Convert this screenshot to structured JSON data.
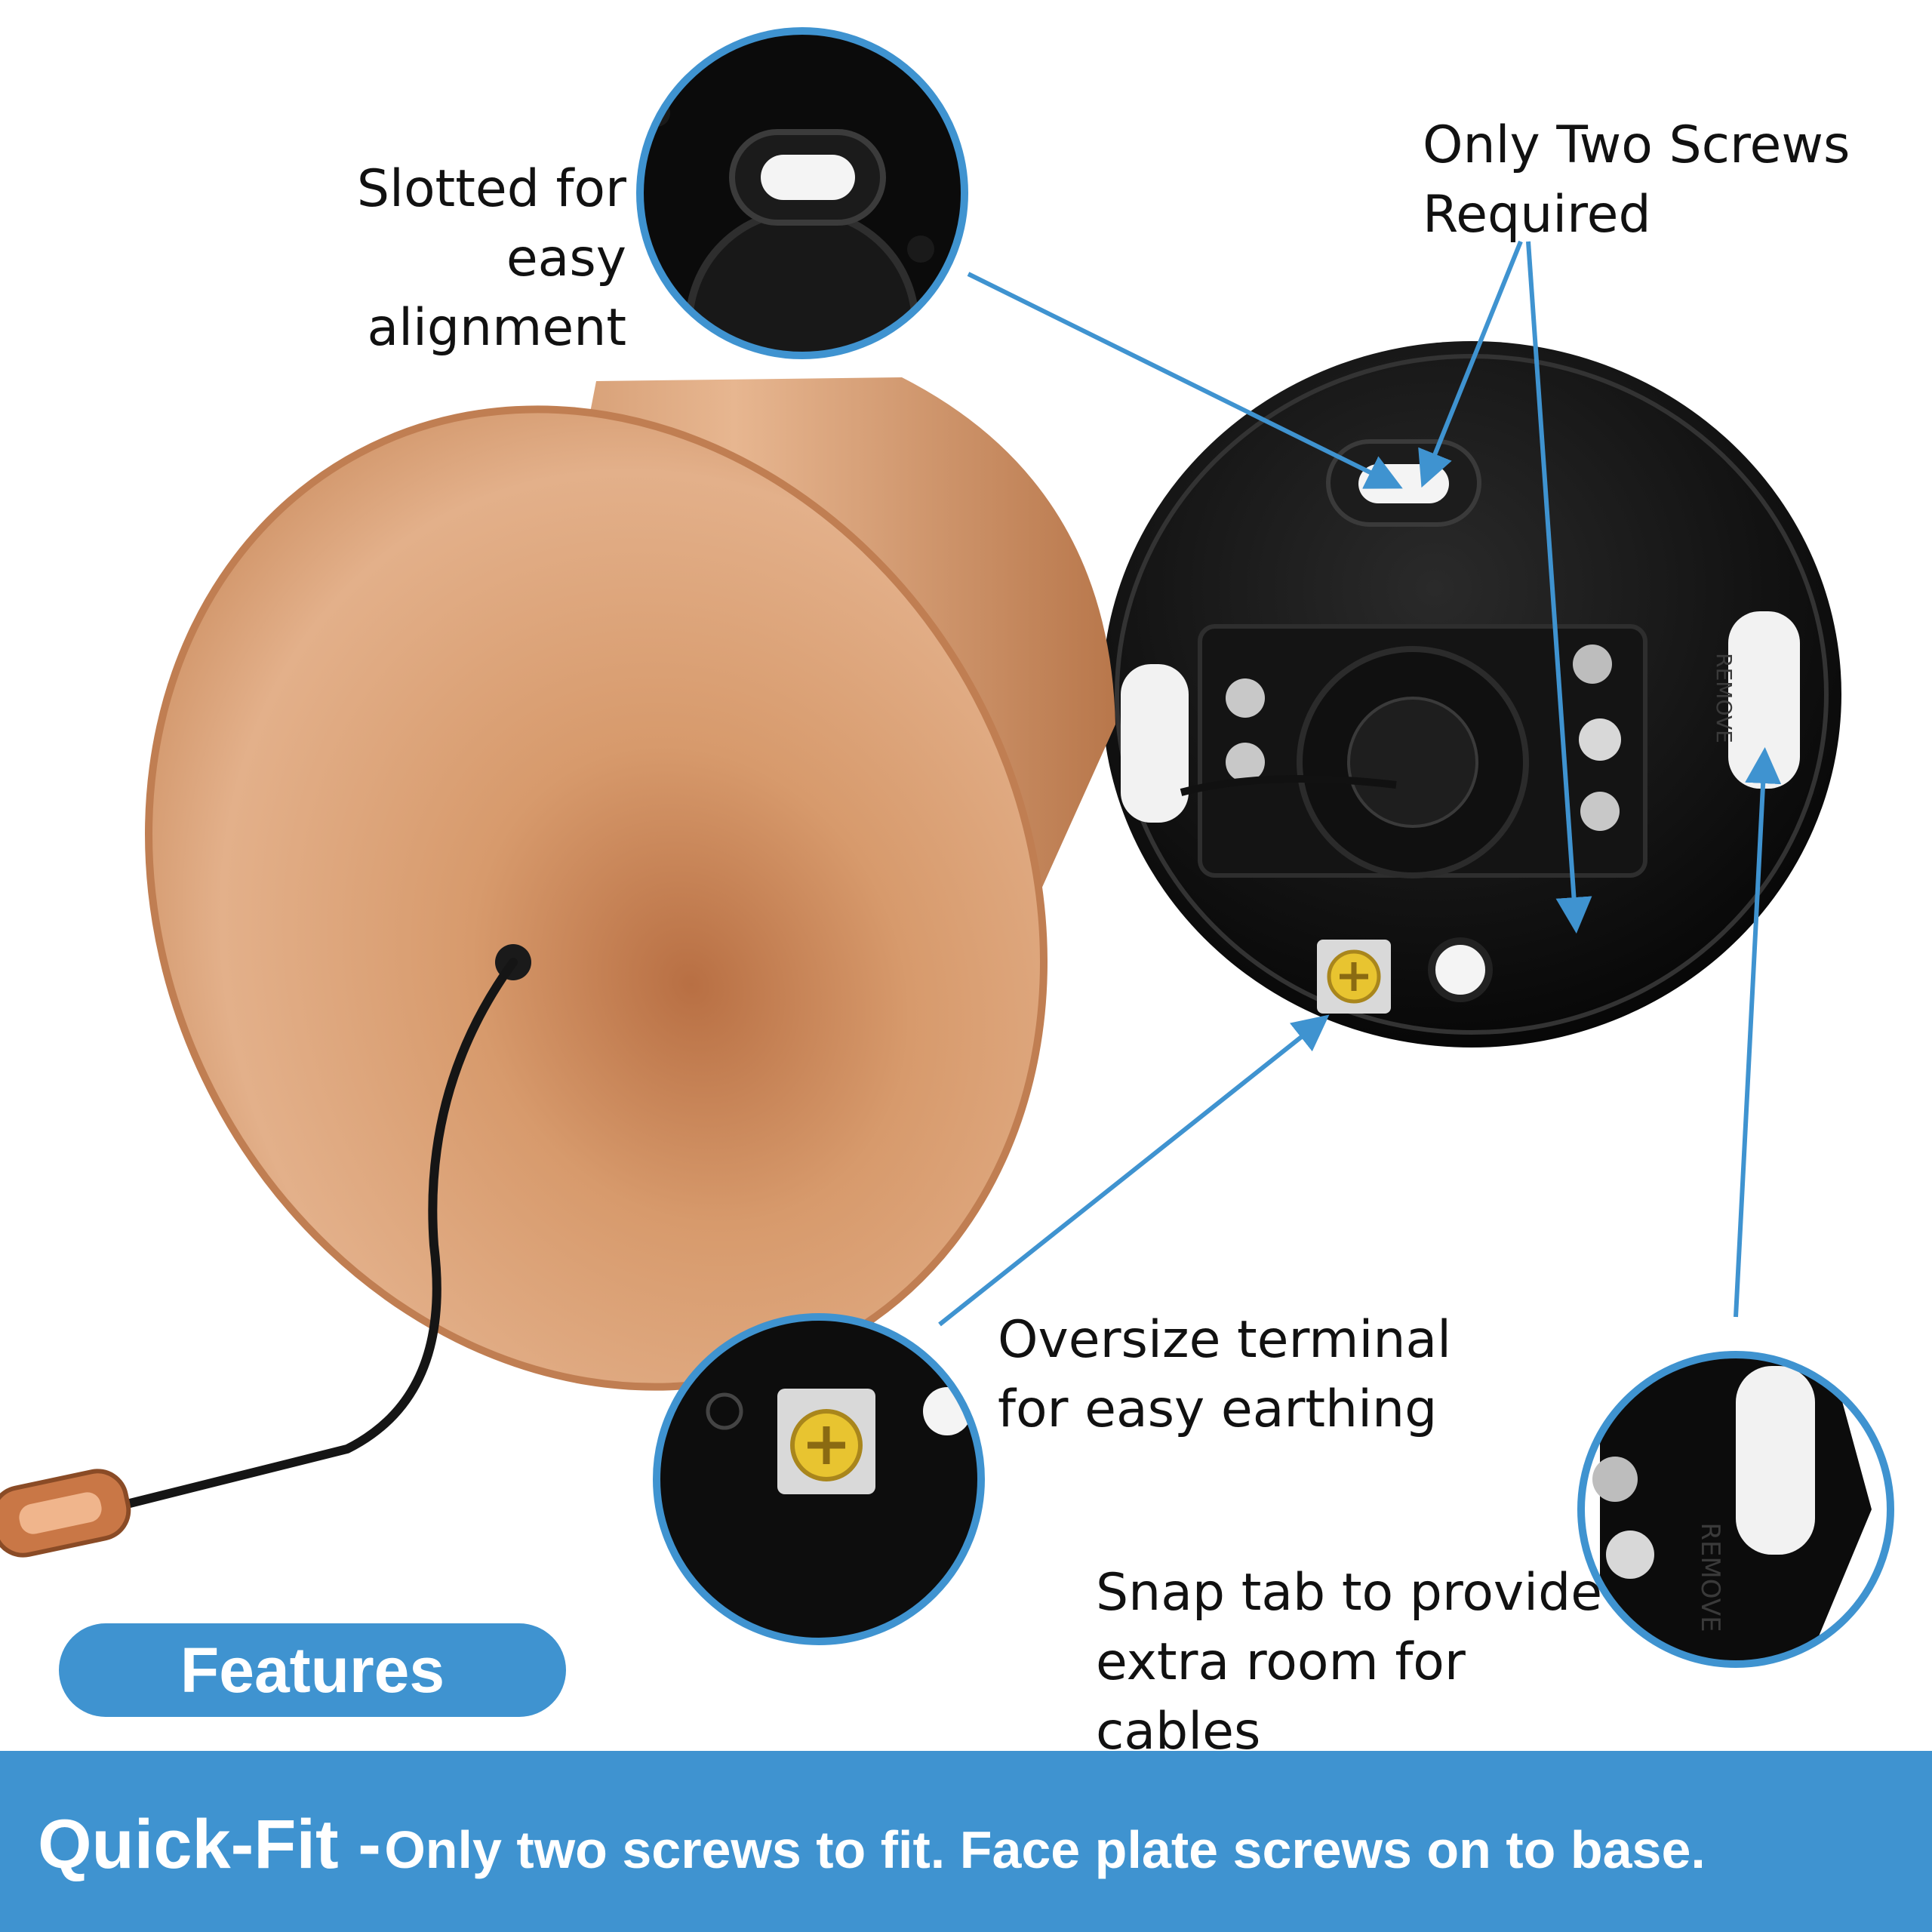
{
  "callouts": {
    "slotted": {
      "line1": "Slotted for easy",
      "line2": "alignment"
    },
    "screws": {
      "line1": "Only Two Screws",
      "line2": "Required"
    },
    "terminal": {
      "line1": "Oversize terminal",
      "line2": "for easy earthing"
    },
    "snap": {
      "line1": "Snap tab to provide",
      "line2": "extra room for cables"
    }
  },
  "base_labels": {
    "remove": "REMOVE"
  },
  "badge": {
    "label": "Features"
  },
  "footer": {
    "headline": "Quick-Fit -",
    "text": "Only two screws to fit. Face plate screws on to base."
  },
  "colors": {
    "accent": "#3f93d0",
    "copper": "#d08c5c",
    "base_black": "#0b0b0b",
    "terminal_yellow": "#e8c430"
  }
}
